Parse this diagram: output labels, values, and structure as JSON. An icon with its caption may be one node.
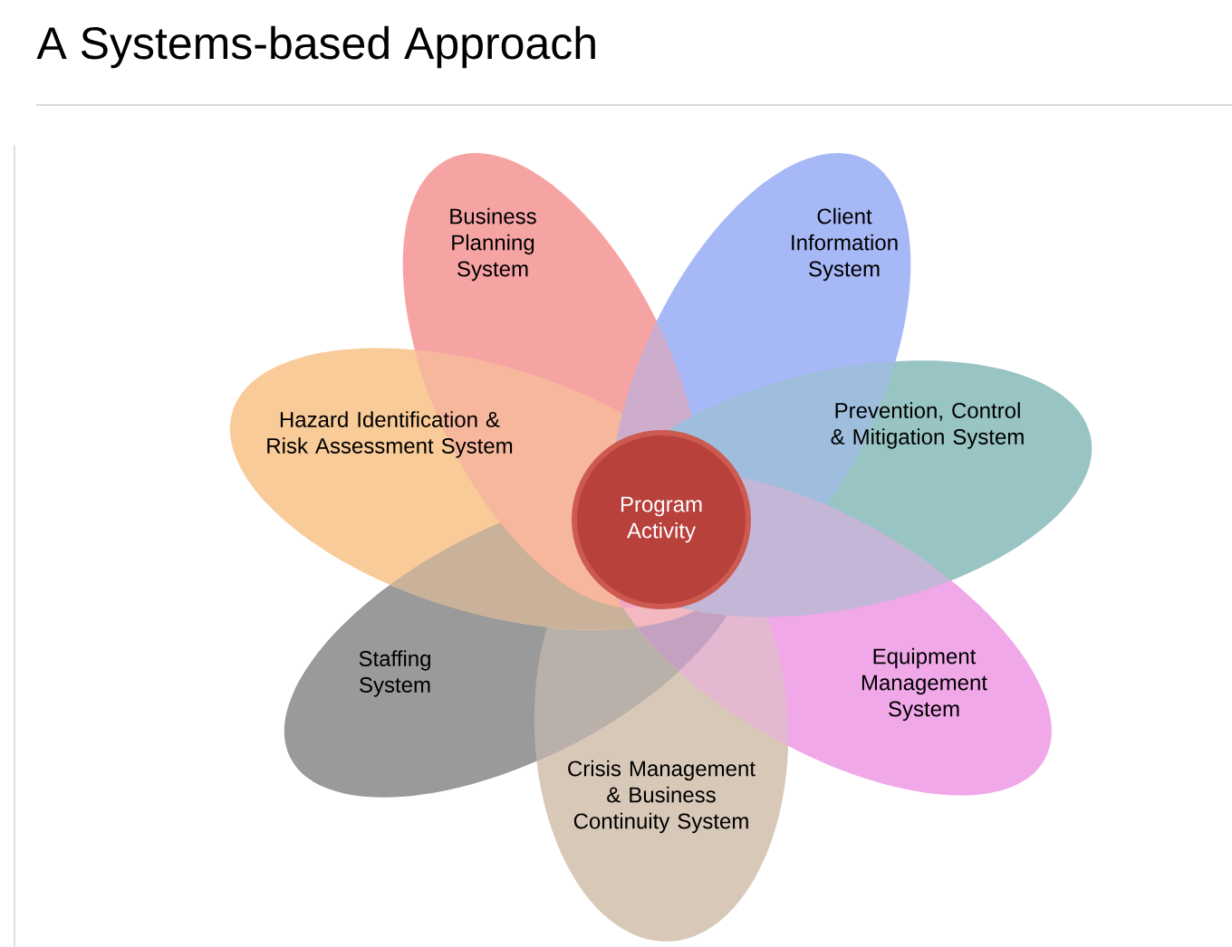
{
  "diagram": {
    "title": "A Systems-based Approach",
    "nodes": [
      {
        "text": [
          "Business Planning System"
        ]
      },
      {
        "text": [
          "Client Information System"
        ]
      },
      {
        "text": [
          "Hazard Identification & Risk Assessment System"
        ]
      },
      {
        "text": [
          "Prevention, Control & Mitigation System"
        ]
      },
      {
        "text": [
          "Program Activity"
        ]
      },
      {
        "text": [
          "Staffing System"
        ]
      },
      {
        "text": [
          "Equipment Management System"
        ]
      },
      {
        "text": [
          "Crisis Management & Business Continuity System"
        ]
      }
    ]
  }
}
